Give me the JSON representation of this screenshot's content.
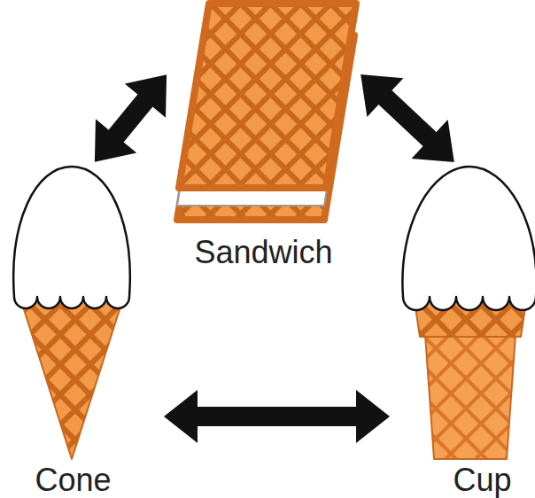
{
  "diagram": {
    "nodes": [
      {
        "text": [
          "Sandwich"
        ]
      },
      {
        "text": [
          "Cone"
        ]
      },
      {
        "text": [
          "Cup"
        ]
      }
    ],
    "edges": [
      {
        "from": 0,
        "to": 1,
        "arrow": "both"
      },
      {
        "from": 0,
        "to": 2,
        "arrow": "both"
      },
      {
        "from": 1,
        "to": 2,
        "arrow": "both"
      }
    ]
  }
}
